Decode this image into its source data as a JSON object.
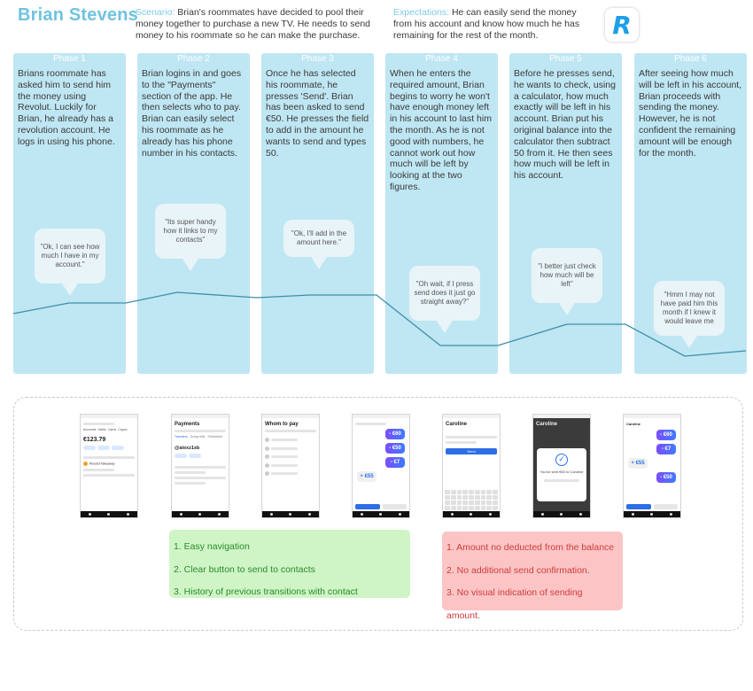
{
  "persona": "Brian Stevens",
  "scenario": {
    "label": "Scenario:",
    "text": " Brian's roommates have decided to pool their money together to purchase a new TV. He needs to send money to his roommate so he can make the purchase."
  },
  "expectations": {
    "label": "Expectations:",
    "text": " He can easily send the money from his account and know how much he has remaining for the rest of the month."
  },
  "logo_letter": "R",
  "phases": [
    {
      "title": "Phase 1",
      "text": "Brians roommate has asked him to send him the money using Revolut. Luckily for Brian, he already has a revolution account. He logs in using his phone.",
      "quote": "\"Ok, I can see how much I have in my account.\""
    },
    {
      "title": "Phase 2",
      "text": "Brian logins in and goes to the \"Payments\" section of the app. He then selects who to pay. Brian can easily select his roommate as he already has his phone number in his contacts.",
      "quote": "\"Its super handy how it links to my contacts\""
    },
    {
      "title": "Phase 3",
      "text": "Once he has selected his roommate, he presses 'Send'. Brian has been asked to send €50. He presses the field to add in the amount he wants to send and types 50.",
      "quote": "\"Ok, I'll add in the amount here.\""
    },
    {
      "title": "Phase 4",
      "text": "When he enters the required amount, Brian begins to worry he won't have enough money left in his account to last him the month. As he is not good with numbers, he cannot work out how much will be left by looking at the two figures.",
      "quote": "\"Oh wait, if I press send does it just go straight away?\""
    },
    {
      "title": "Phase 5",
      "text": "Before he presses send, he wants to check, using a calculator, how much exactly will be left in his account. Brian put his original balance into the calculator then subtract 50 from it. He then sees how much will be left in his account.",
      "quote": "\"I better just check how much will be left\""
    },
    {
      "title": "Phase 6",
      "text": "After seeing how much will be left in his account, Brian proceeds with sending the money. However, he is not confident the remaining amount will be enough for the month.",
      "quote": "\"Hmm I may not have paid him this month if I knew it would leave me"
    }
  ],
  "emotion_curve": [
    0.2,
    0.4,
    0.4,
    0.6,
    0.5,
    0.55,
    0.55,
    -0.4,
    -0.4,
    0.0,
    0.0,
    -0.6,
    -0.5
  ],
  "screens": {
    "s1": {
      "balance": "€123.79",
      "tabs": [
        "Accounts",
        "Vaults",
        "Cards",
        "Crypto"
      ],
      "contact": "Revolut Takeaway"
    },
    "s2": {
      "title": "Payments",
      "handle": "@alexz1xb",
      "tabs": [
        "Transfers",
        "Group bills",
        "Scheduled"
      ]
    },
    "s3": {
      "title": "Whom to pay"
    },
    "s4": {
      "msgs": [
        "- €60",
        "- €50",
        "- €7",
        "+ €55"
      ]
    },
    "s5": {
      "name": "Caroline",
      "send": "Send"
    },
    "s6": {
      "name": "Caroline",
      "confirm": "You've sent €50 to Caroline"
    },
    "s7": {
      "name": "Caroline",
      "msgs": [
        "- €60",
        "- €7",
        "+ €55",
        "- €50"
      ]
    }
  },
  "positives": [
    "1. Easy navigation",
    "2. Clear button to send to contacts",
    "3. History of previous transitions with contact"
  ],
  "negatives": [
    "1. Amount no deducted from the balance",
    "2. No additional send confirmation.",
    "3. No visual indication of sending amount."
  ]
}
